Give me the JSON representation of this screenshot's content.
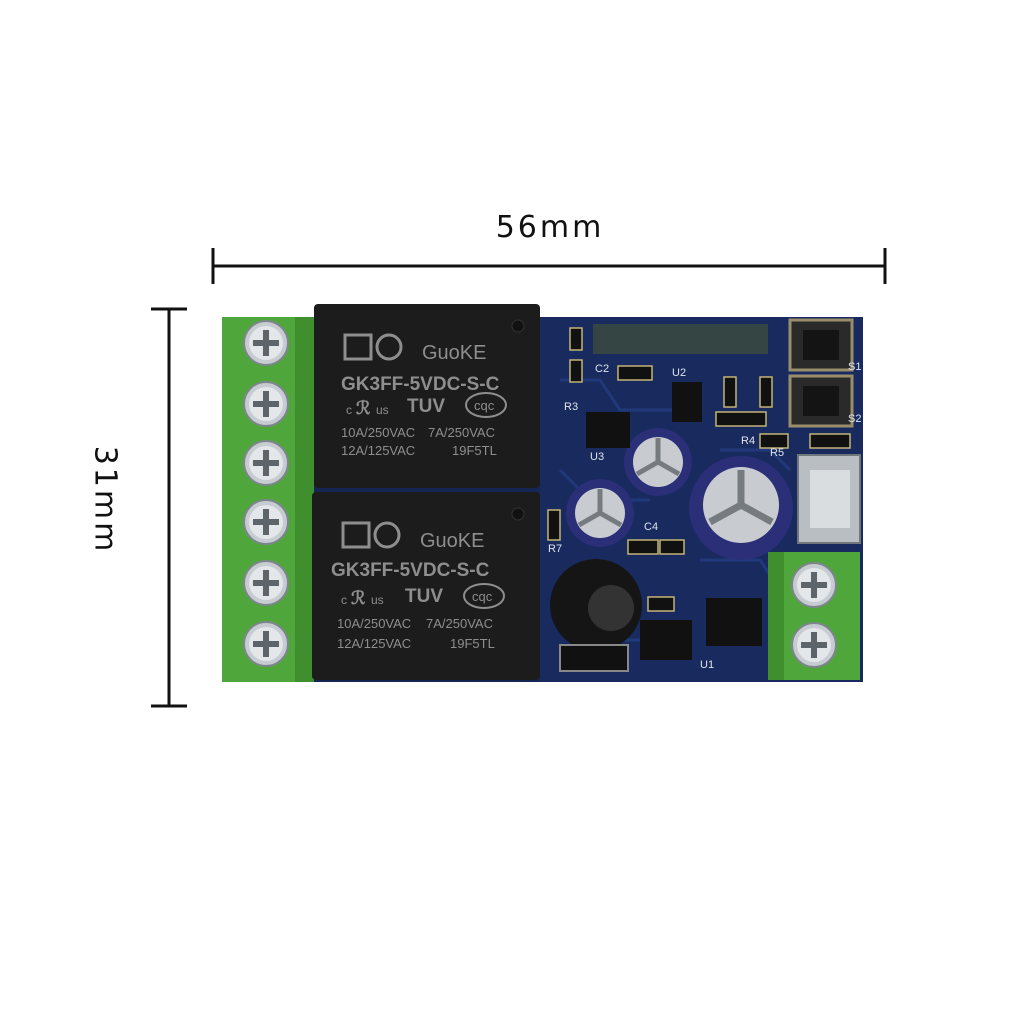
{
  "dimensions": {
    "width_label": "56mm",
    "height_label": "31mm"
  },
  "relays": [
    {
      "brand": "GuoKE",
      "model": "GK3FF-5VDC-S-C",
      "cert_ul_left": "c",
      "cert_ul_right": "us",
      "cert_tuv": "TUV",
      "cert_cqc": "cqc",
      "rating_1a": "10A/250VAC",
      "rating_1b": "7A/250VAC",
      "rating_2a": "12A/125VAC",
      "rating_2b": "19F5TL"
    },
    {
      "brand": "GuoKE",
      "model": "GK3FF-5VDC-S-C",
      "cert_ul_left": "c",
      "cert_ul_right": "us",
      "cert_tuv": "TUV",
      "cert_cqc": "cqc",
      "rating_1a": "10A/250VAC",
      "rating_1b": "7A/250VAC",
      "rating_2a": "12A/125VAC",
      "rating_2b": "19F5TL"
    }
  ],
  "silkscreen": [
    "C2",
    "U2",
    "R3",
    "U3",
    "R4",
    "R5",
    "C4",
    "R7",
    "U1",
    "S1",
    "S2"
  ],
  "colors": {
    "pcb": "#152655",
    "terminal": "#4fa63a",
    "relay": "#1c1c1c",
    "capacitor": "#2a2f78"
  }
}
